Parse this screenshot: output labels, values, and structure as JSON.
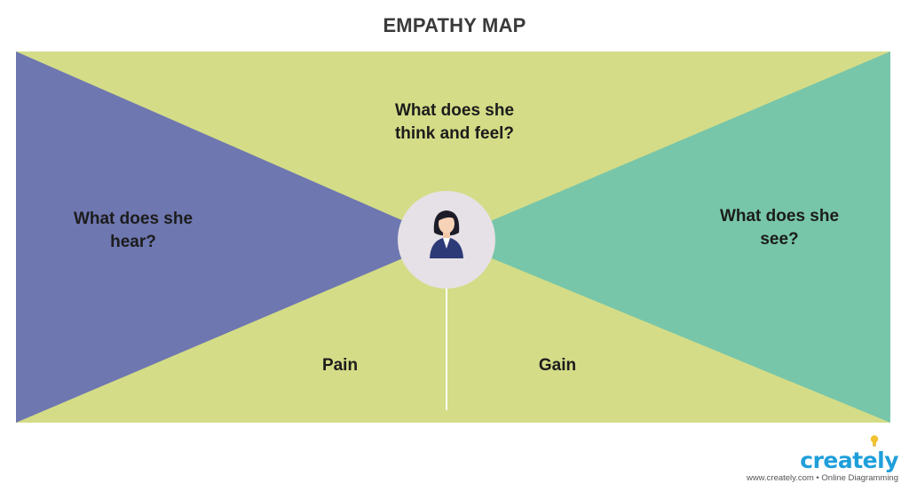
{
  "title": "EMPATHY MAP",
  "quadrants": {
    "think_feel": [
      "What does she",
      "think and feel?"
    ],
    "hear": [
      "What does she",
      "hear?"
    ],
    "see": [
      "What does she",
      "see?"
    ],
    "pain": "Pain",
    "gain": "Gain"
  },
  "center_icon": "woman-avatar-icon",
  "colors": {
    "top_bottom": "#d4dc87",
    "left": "#6e77b0",
    "right": "#78c6a9",
    "center_circle": "#e6e1e6",
    "divider": "#ffffff",
    "logo": "#1f9fda",
    "bulb": "#f2c230"
  },
  "logo": {
    "word": "creately",
    "tagline": "www.creately.com • Online Diagramming"
  }
}
